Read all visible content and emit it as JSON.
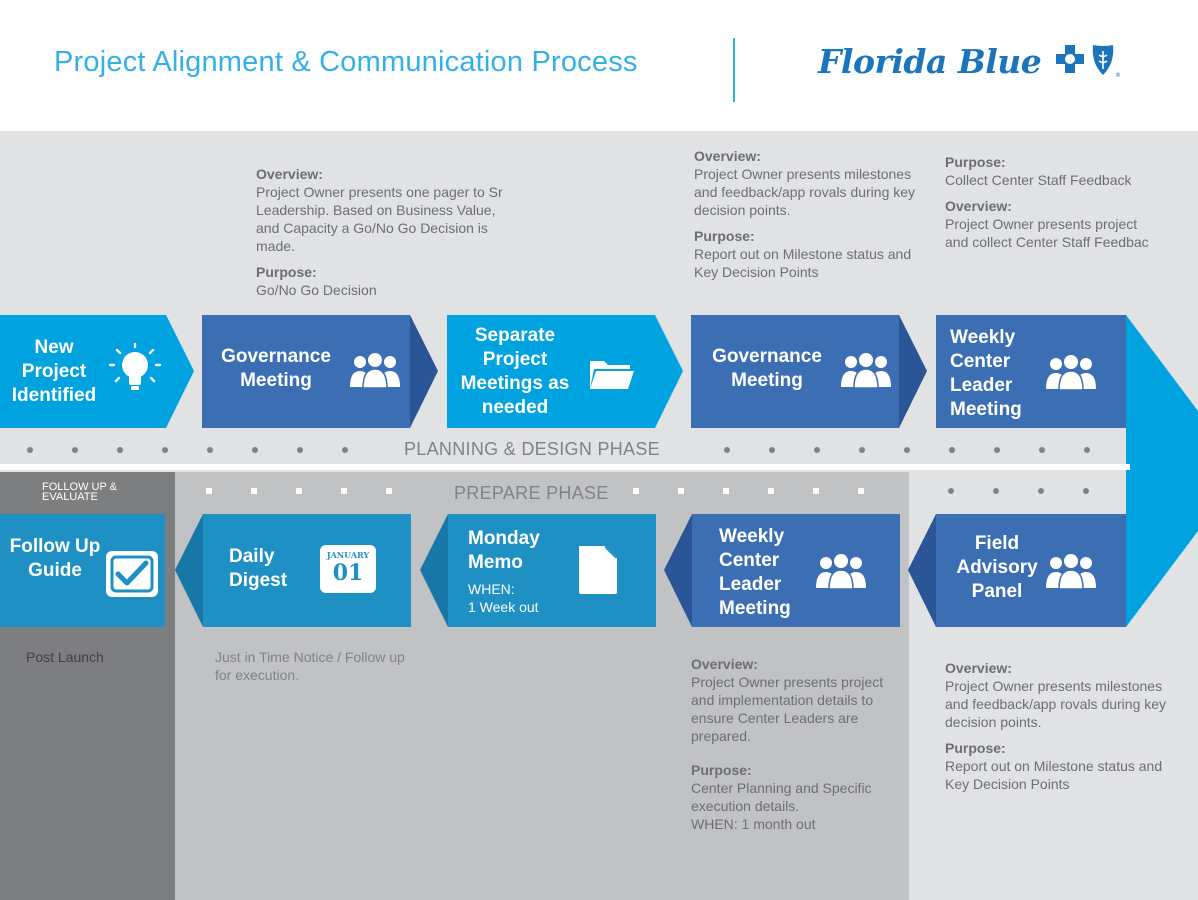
{
  "header": {
    "title": "Project Alignment & Communication Process",
    "logo_text": "Florida Blue"
  },
  "colors": {
    "accent_light_blue": "#00a3e0",
    "step_blue": "#3c6eb4",
    "step_mid_blue": "#1e90c4",
    "title_blue": "#33b1e6"
  },
  "phases": {
    "planning": "PLANNING & DESIGN PHASE",
    "prepare": "PREPARE PHASE",
    "follow_up": "FOLLOW UP & EVALUATE"
  },
  "steps": {
    "new_project": {
      "label": "New Project Identified",
      "icon": "lightbulb-icon"
    },
    "governance1": {
      "label": "Governance Meeting",
      "icon": "people-icon"
    },
    "separate": {
      "label": "Separate Project Meetings as needed",
      "icon": "folder-icon"
    },
    "governance2": {
      "label": "Governance Meeting",
      "icon": "people-icon"
    },
    "weekly_top": {
      "label": "Weekly Center Leader Meeting",
      "icon": "people-icon"
    },
    "field_panel": {
      "label": "Field Advisory Panel",
      "icon": "people-icon"
    },
    "weekly_bottom": {
      "label": "Weekly Center Leader Meeting",
      "icon": "people-icon"
    },
    "monday_memo": {
      "label": "Monday Memo",
      "when": "WHEN:",
      "when_value": "1 Week out",
      "icon": "document-icon"
    },
    "daily_digest": {
      "label": "Daily Digest",
      "icon": "calendar-icon",
      "cal_month": "JANUARY",
      "cal_day": "01"
    },
    "follow_up": {
      "label": "Follow Up Guide",
      "icon": "checkbox-icon"
    }
  },
  "notes": {
    "gov1": {
      "overview_label": "Overview:",
      "overview_text": "Project Owner presents one pager to Sr Leadership. Based on Business Value, and Capacity a Go/No Go Decision is made.",
      "purpose_label": "Purpose:",
      "purpose_text": "Go/No Go Decision"
    },
    "gov2": {
      "overview_label": "Overview:",
      "overview_text": "Project Owner presents milestones and feedback/app rovals during key decision points.",
      "purpose_label": "Purpose:",
      "purpose_text": "Report out on Milestone status and Key Decision Points"
    },
    "weekly_top": {
      "purpose_label": "Purpose:",
      "purpose_text": "Collect Center Staff Feedback",
      "overview_label": "Overview:",
      "overview_text": "Project Owner presents project and collect Center Staff Feedbac"
    },
    "post_launch": "Post Launch",
    "digest": "Just in Time Notice / Follow up for execution.",
    "weekly_bottom": {
      "overview_label": "Overview:",
      "overview_text": "Project Owner presents project and implementation details to ensure Center Leaders are prepared.",
      "purpose_label": "Purpose:",
      "purpose_text": "Center Planning and Specific execution details.",
      "when_text": "WHEN: 1 month out"
    },
    "field": {
      "overview_label": "Overview:",
      "overview_text": "Project Owner presents milestones and feedback/app rovals during key decision points.",
      "purpose_label": "Purpose:",
      "purpose_text": "Report out on Milestone status and Key Decision Points"
    }
  }
}
